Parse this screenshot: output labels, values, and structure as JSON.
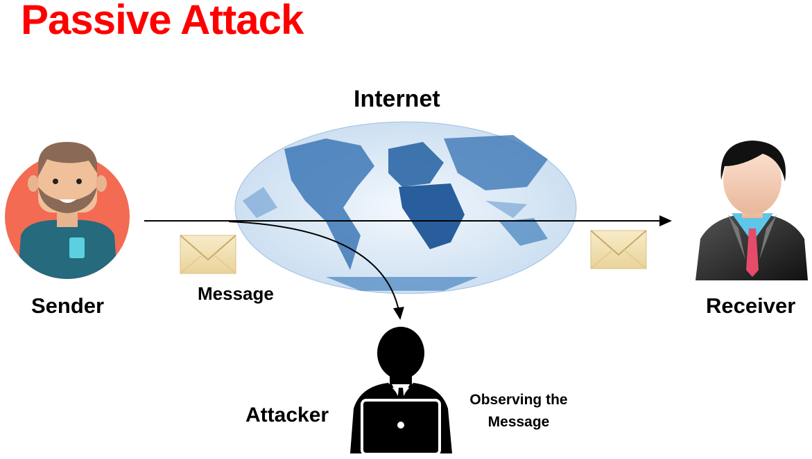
{
  "title": "Passive Attack",
  "labels": {
    "internet": "Internet",
    "sender": "Sender",
    "receiver": "Receiver",
    "message": "Message",
    "attacker": "Attacker",
    "observing": "Observing the Message"
  },
  "colors": {
    "title": "#ff0000",
    "globe_ocean": "#e8f1f9",
    "globe_land": "#2c67a6",
    "sender_bg": "#f26b52",
    "envelope": "#f2e2b6"
  },
  "icons": [
    "sender-avatar-icon",
    "receiver-avatar-icon",
    "attacker-icon",
    "envelope-icon",
    "globe-icon",
    "laptop-icon"
  ]
}
